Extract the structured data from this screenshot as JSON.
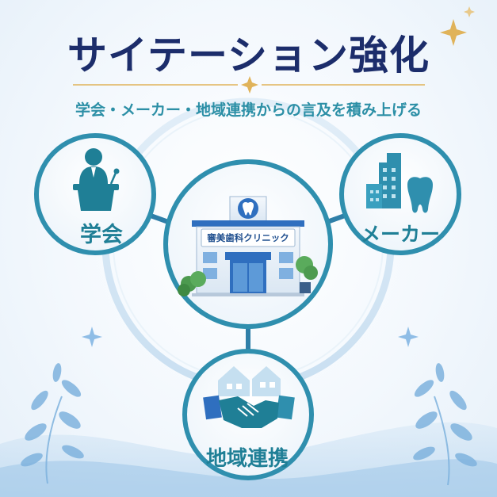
{
  "title": "サイテーション強化",
  "subtitle": "学会・メーカー・地域連携からの言及を積み上げる",
  "nodes": {
    "gakkai": {
      "label": "学会",
      "icon": "presenter-podium-icon"
    },
    "maker": {
      "label": "メーカー",
      "icon": "factory-tooth-icon"
    },
    "chiiki": {
      "label": "地域連携",
      "icon": "handshake-houses-icon"
    }
  },
  "center": {
    "sign": "審美歯科クリニック",
    "icon": "clinic-building-icon"
  },
  "colors": {
    "title": "#1c2d6b",
    "accent": "#2c8fa6",
    "ring": "#3aa3bf",
    "gold": "#e0b35a",
    "building_blue": "#2f6fbf"
  }
}
